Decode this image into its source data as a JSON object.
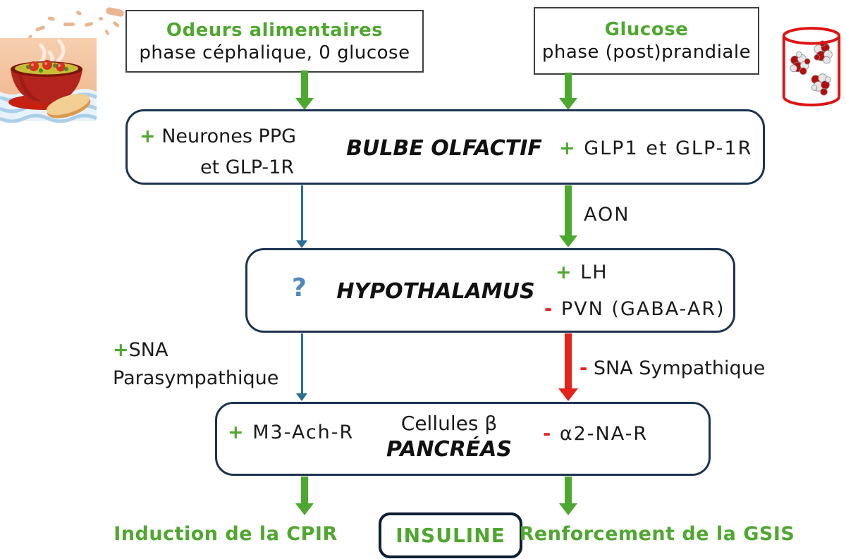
{
  "colors": {
    "green": "#4FA72F",
    "arrow_green": "#4CA82F",
    "red": "#E5231B",
    "blue_arrow": "#2A6D96",
    "question_blue": "#4F88BA",
    "box_border": "#1C3350"
  },
  "top": {
    "odeurs": {
      "title": "Odeurs alimentaires",
      "subtitle": "phase céphalique, 0 glucose"
    },
    "glucose": {
      "title": "Glucose",
      "subtitle": "phase (post)prandiale"
    }
  },
  "bulbe": {
    "title": "BULBE OLFACTIF",
    "left_sign": "+",
    "left_line1": "Neurones PPG",
    "left_line2": "et GLP-1R",
    "right_sign": "+",
    "right_text": "GLP1 et GLP-1R"
  },
  "aon": {
    "label": "AON"
  },
  "hypothalamus": {
    "question": "?",
    "title": "HYPOTHALAMUS",
    "lh_sign": "+",
    "lh_text": "LH",
    "pvn_sign": "-",
    "pvn_text": "PVN (GABA-AR)"
  },
  "sna": {
    "para_sign": "+",
    "para_line1": "SNA",
    "para_line2": "Parasympathique",
    "symp_sign": "-",
    "symp_text": "SNA Sympathique"
  },
  "pancreas": {
    "cells": "Cellules β",
    "title": "PANCRÉAS",
    "left_sign": "+",
    "left_text": "M3-Ach-R",
    "right_sign": "-",
    "right_text": "α2-NA-R"
  },
  "outputs": {
    "left": "Induction de la CPIR",
    "center": "INSULINE",
    "right": "Renforcement de la GSIS"
  }
}
